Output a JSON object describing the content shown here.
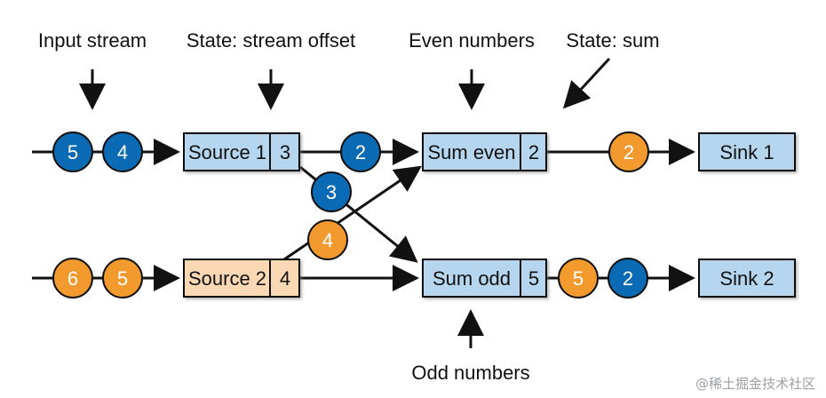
{
  "colors": {
    "blue_token": "#0a6ab3",
    "orange_token": "#f29a2e",
    "blue_box": "#b5d6ee",
    "orange_box": "#fbd8b4",
    "stroke": "#111111"
  },
  "labels": {
    "input_stream": "Input stream",
    "state_stream_offset": "State: stream offset",
    "even_numbers": "Even numbers",
    "state_sum": "State: sum",
    "odd_numbers": "Odd numbers"
  },
  "operators": {
    "source1": {
      "name": "Source 1",
      "state": "3"
    },
    "source2": {
      "name": "Source 2",
      "state": "4"
    },
    "sum_even": {
      "name": "Sum even",
      "state": "2"
    },
    "sum_odd": {
      "name": "Sum odd",
      "state": "5"
    },
    "sink1": {
      "name": "Sink 1"
    },
    "sink2": {
      "name": "Sink 2"
    }
  },
  "tokens": {
    "in1_a": "5",
    "in1_b": "4",
    "in2_a": "6",
    "in2_b": "5",
    "s1_to_even": "2",
    "s1_to_odd": "3",
    "s2_to_even": "4",
    "even_to_sink1": "2",
    "odd_to_sink2_a": "5",
    "odd_to_sink2_b": "2"
  },
  "watermark": "@稀土掘金技术社区"
}
